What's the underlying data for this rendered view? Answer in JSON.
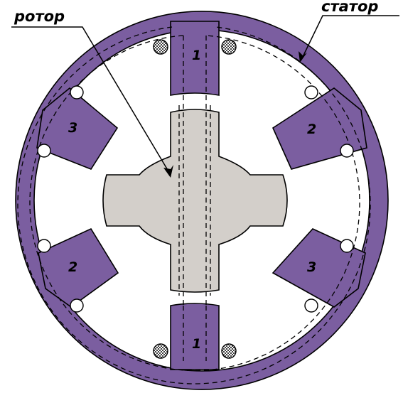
{
  "labels": {
    "rotor": "ротор",
    "stator": "статор"
  },
  "poles": {
    "top": "1",
    "bottom": "1",
    "upper_left": "3",
    "upper_right": "2",
    "lower_left": "2",
    "lower_right": "3"
  },
  "colors": {
    "stator_fill": "#7b5ea0",
    "rotor_fill": "#d3cfca",
    "outline": "#000000",
    "background": "#ffffff"
  }
}
